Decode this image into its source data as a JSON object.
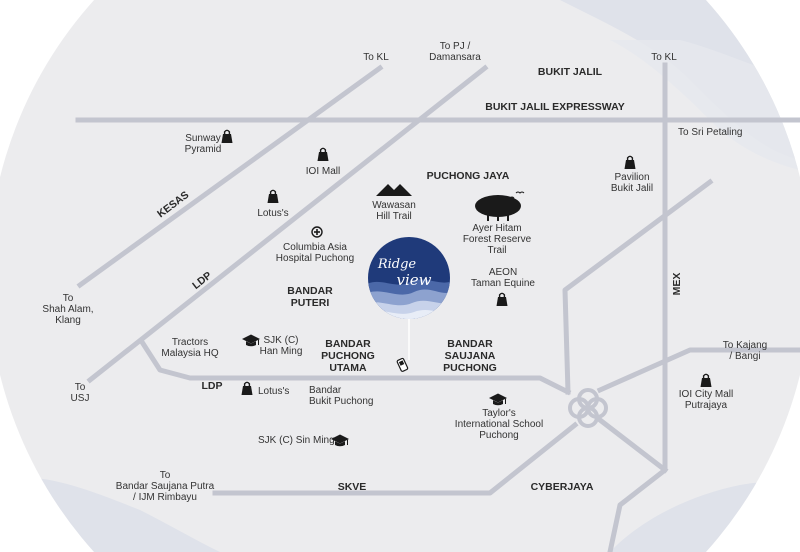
{
  "logo": {
    "line1": "Ridge",
    "line2": "view"
  },
  "roads": {
    "bukit_jalil_expressway": "BUKIT JALIL EXPRESSWAY",
    "kesas": "KESAS",
    "ldp_diag": "LDP",
    "ldp_horiz": "LDP",
    "mex": "MEX",
    "skve": "SKVE"
  },
  "areas": {
    "bukit_jalil": "BUKIT JALIL",
    "puchong_jaya": "PUCHONG JAYA",
    "bandar_puteri": [
      "BANDAR",
      "PUTERI"
    ],
    "bandar_puchong_utama": [
      "BANDAR",
      "PUCHONG",
      "UTAMA"
    ],
    "bandar_saujana_puchong": [
      "BANDAR",
      "SAUJANA",
      "PUCHONG"
    ],
    "cyberjaya": "CYBERJAYA"
  },
  "directions": {
    "to_kl_left": "To KL",
    "to_pj": [
      "To PJ /",
      "Damansara"
    ],
    "to_kl_right": "To KL",
    "to_sri_petaling": "To Sri Petaling",
    "to_shah_alam": [
      "To",
      "Shah Alam,",
      "Klang"
    ],
    "to_usj": [
      "To",
      "USJ"
    ],
    "to_kajang": [
      "To Kajang",
      "/ Bangi"
    ],
    "to_bandar_saujana_putra": [
      "To",
      "Bandar Saujana Putra",
      "/ IJM Rimbayu"
    ]
  },
  "landmarks": {
    "sunway_pyramid": [
      "Sunway",
      "Pyramid"
    ],
    "ioi_mall": "IOI Mall",
    "lotuss_top": "Lotus's",
    "columbia_asia": [
      "Columbia Asia",
      "Hospital Puchong"
    ],
    "wawasan_hill": [
      "Wawasan",
      "Hill Trail"
    ],
    "ayer_hitam": [
      "Ayer Hitam",
      "Forest Reserve",
      "Trail"
    ],
    "pavilion": [
      "Pavilion",
      "Bukit Jalil"
    ],
    "aeon": [
      "AEON",
      "Taman Equine"
    ],
    "tractors": [
      "Tractors",
      "Malaysia HQ"
    ],
    "sjk_han_ming": [
      "SJK (C)",
      "Han Ming"
    ],
    "lotuss_bottom": "Lotus's",
    "bandar_bukit_puchong": [
      "Bandar",
      "Bukit Puchong"
    ],
    "taylors": [
      "Taylor's",
      "International School",
      "Puchong"
    ],
    "sjk_sin_ming": "SJK (C) Sin Ming",
    "ioi_city_mall": [
      "IOI City Mall",
      "Putrajaya"
    ]
  },
  "colors": {
    "road": "#c3c5cf",
    "map_background": "#ececee",
    "logo_navy": "#1f3a7a",
    "icon": "#1a1a1a"
  }
}
